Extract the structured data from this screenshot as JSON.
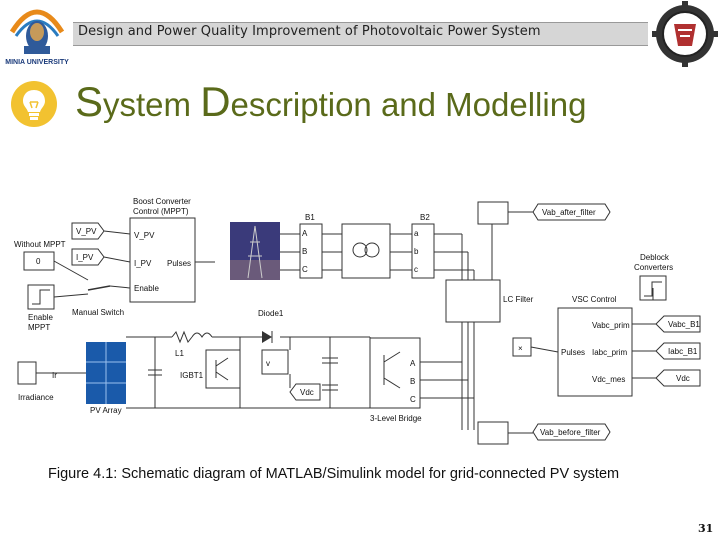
{
  "header": {
    "title": "Design and Power Quality Improvement of Photovoltaic Power System"
  },
  "logos": {
    "left_text": "MINIA UNIVERSITY"
  },
  "slide": {
    "title_first_S": "S",
    "title_rest_1": "ystem ",
    "title_first_D": "D",
    "title_rest_2": "escription and Modelling"
  },
  "diagram": {
    "boost_title": "Boost Converter",
    "boost_title2": "Control (MPPT)",
    "boost_in_v": "V_PV",
    "boost_in_i": "I_PV",
    "boost_pulses": "Pulses",
    "boost_enable": "Enable",
    "tag_vpv": "V_PV",
    "tag_ipv": "I_PV",
    "without_mppt": "Without MPPT",
    "const_zero": "0",
    "enable_mppt_1": "Enable",
    "enable_mppt_2": "MPPT",
    "manual_switch": "Manual Switch",
    "b1": "B1",
    "b2": "B2",
    "diode1": "Diode1",
    "l1": "L1",
    "igbt1": "IGBT1",
    "pv_array": "PV Array",
    "irradiance": "Irradiance",
    "ir": "Ir",
    "vdc": "Vdc",
    "v_meter": "v",
    "lc_filter": "LC Filter",
    "three_level_bridge": "3-Level Bridge",
    "vsc_control": "VSC Control",
    "vsc_in1": "Vabc_prim",
    "vsc_in2": "Iabc_prim",
    "vsc_in3": "Vdc_mes",
    "vsc_out": "Pulses",
    "tag_vabc_b1": "Vabc_B1",
    "tag_iabc_b1": "Iabc_B1",
    "tag_vdc": "Vdc",
    "deblock_1": "Deblock",
    "deblock_2": "Converters",
    "vab_after": "Vab_after_filter",
    "vab_before": "Vab_before_filter",
    "phase_a": "a",
    "phase_b": "b",
    "phase_c": "c",
    "phase_A": "A",
    "phase_B": "B",
    "phase_C": "C"
  },
  "caption": "Figure 4.1: Schematic diagram of MATLAB/Simulink model for grid-connected PV system",
  "page_number": "31",
  "colors": {
    "title": "#5a6a1a",
    "header_bg": "#d6d6d6"
  }
}
